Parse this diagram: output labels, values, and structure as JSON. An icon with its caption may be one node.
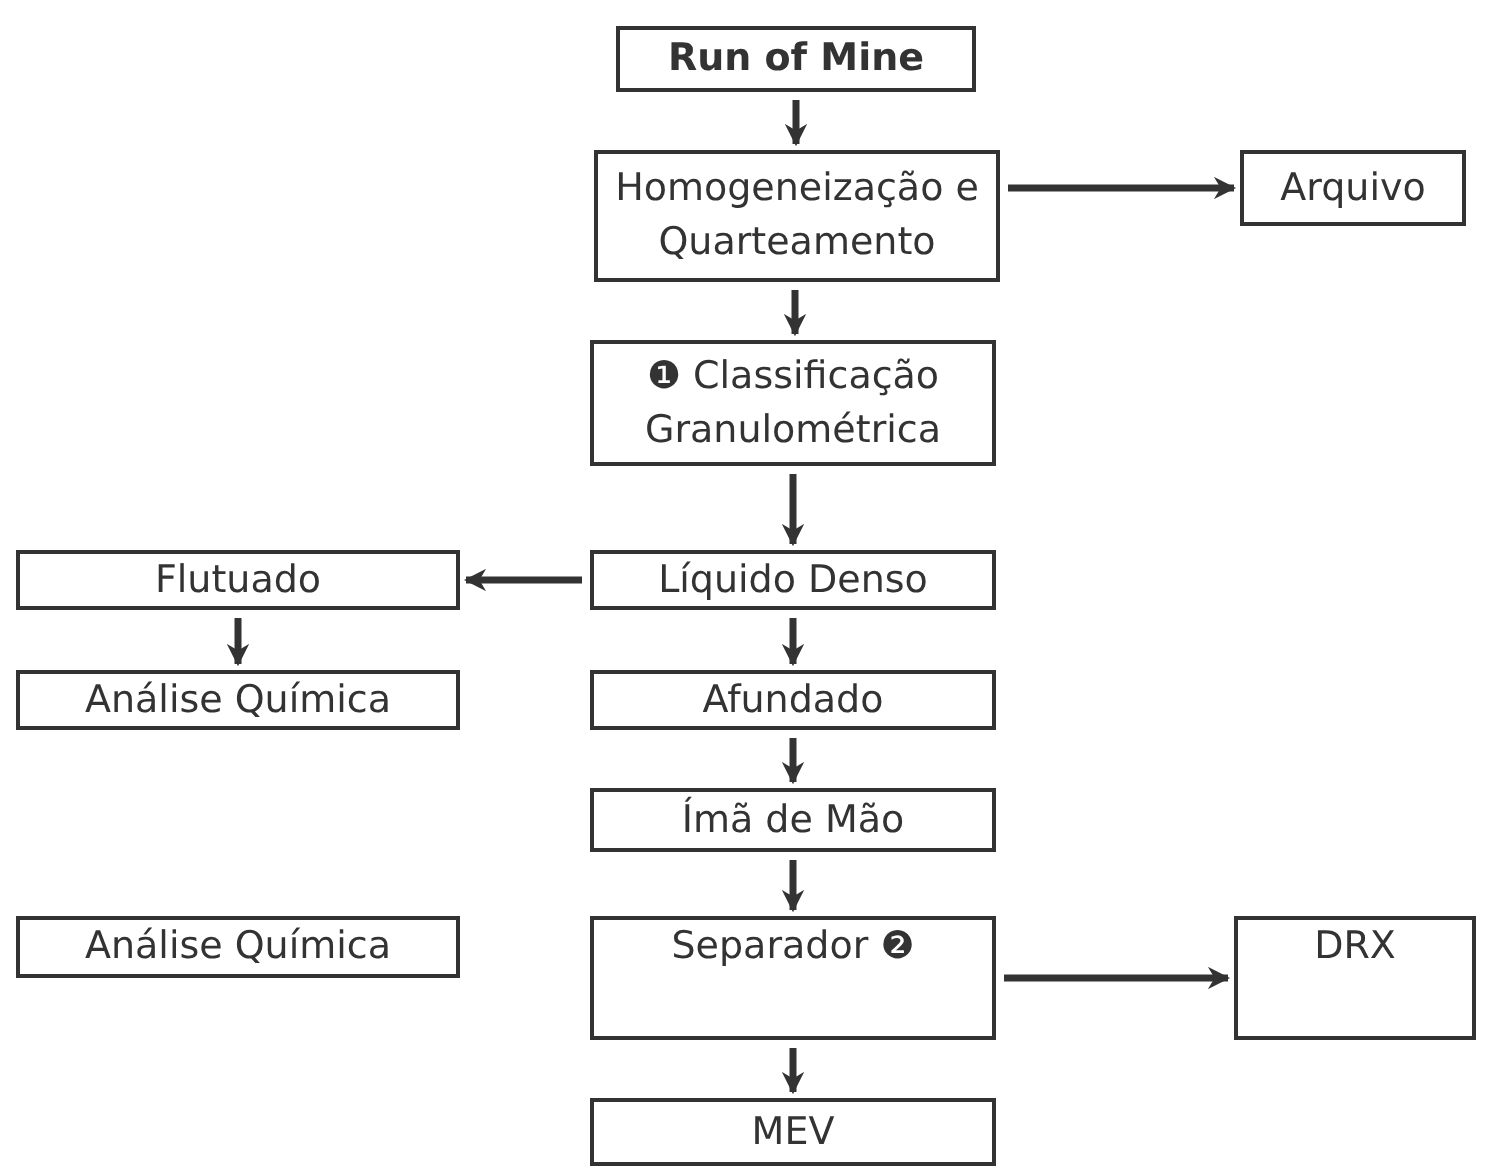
{
  "diagram": {
    "nodes": [
      {
        "text": [
          "Run of Mine"
        ]
      },
      {
        "text": [
          "Homogeneização e Quarteamento"
        ]
      },
      {
        "text": [
          "Arquivo"
        ]
      },
      {
        "text": [
          "❶ Classificação Granulométrica"
        ]
      },
      {
        "text": [
          "Líquido Denso"
        ]
      },
      {
        "text": [
          "Flutuado"
        ]
      },
      {
        "text": [
          "Análise Química"
        ]
      },
      {
        "text": [
          "Afundado"
        ]
      },
      {
        "text": [
          "Ímã de Mão"
        ]
      },
      {
        "text": [
          "Análise Química"
        ]
      },
      {
        "text": [
          "Separador ❷"
        ]
      },
      {
        "text": [
          "DRX"
        ]
      },
      {
        "text": [
          "MEV"
        ]
      }
    ],
    "edges": [
      {
        "from": 0,
        "to": 1,
        "arrow": "to"
      },
      {
        "from": 1,
        "to": 2,
        "arrow": "to"
      },
      {
        "from": 1,
        "to": 3,
        "arrow": "to"
      },
      {
        "from": 3,
        "to": 4,
        "arrow": "to"
      },
      {
        "from": 4,
        "to": 5,
        "arrow": "to"
      },
      {
        "from": 5,
        "to": 6,
        "arrow": "to"
      },
      {
        "from": 4,
        "to": 7,
        "arrow": "to"
      },
      {
        "from": 7,
        "to": 8,
        "arrow": "to"
      },
      {
        "from": 8,
        "to": 10,
        "arrow": "to"
      },
      {
        "from": 10,
        "to": 11,
        "arrow": "to"
      },
      {
        "from": 10,
        "to": 12,
        "arrow": "to"
      }
    ]
  }
}
